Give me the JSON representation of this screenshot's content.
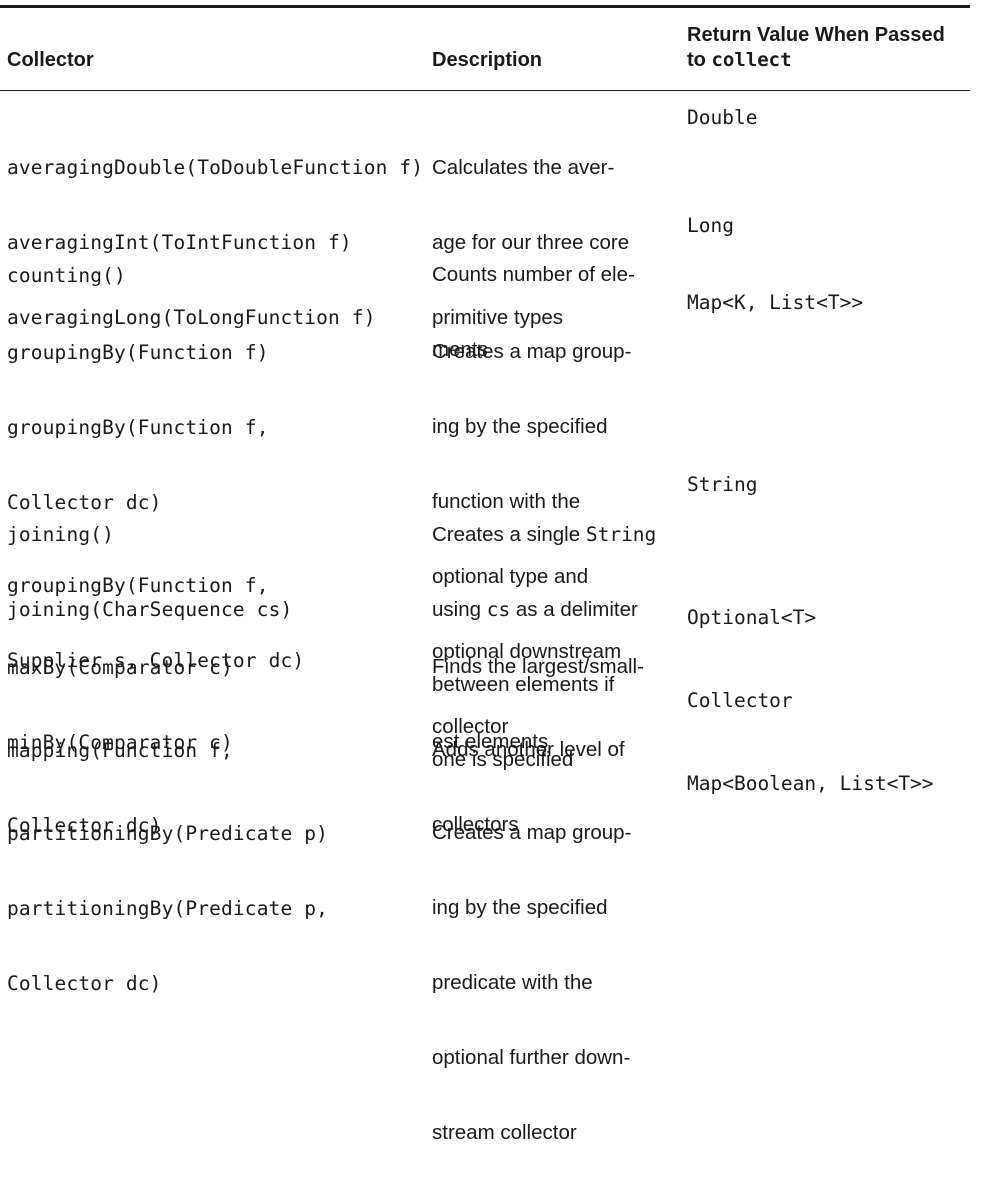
{
  "table": {
    "headers": {
      "collector": "Collector",
      "description": "Description",
      "return_line1": "Return Value When Passed",
      "return_line2_prefix": "to",
      "return_line2_code": "collect"
    },
    "rows": [
      {
        "collector": [
          "averagingDouble(ToDoubleFunction f)",
          "averagingInt(ToIntFunction f)",
          "averagingLong(ToLongFunction f)"
        ],
        "description": [
          "Calculates the aver-",
          "age for our three core",
          "primitive types"
        ],
        "return": "Double"
      },
      {
        "collector": [
          "counting()"
        ],
        "description": [
          "Counts number of ele-",
          "ments"
        ],
        "return": "Long"
      },
      {
        "collector": [
          "groupingBy(Function f)",
          "groupingBy(Function f,",
          "Collector dc)",
          "groupingBy(Function f,",
          "Supplier s, Collector dc)"
        ],
        "description": [
          "Creates a map group-",
          "ing by the specified",
          "function with the",
          "optional type and",
          "optional downstream",
          "collector"
        ],
        "return": "Map<K, List<T>>"
      },
      {
        "collector": [
          "joining()",
          "joining(CharSequence cs)"
        ],
        "description_parts": {
          "line1_text": "Creates a single ",
          "line1_code": "String",
          "line2_code": "cs",
          "line2_text": " as a delimiter",
          "line2_prefix": "using "
        },
        "description": [
          "between elements if",
          "one is specified"
        ],
        "return": "String"
      },
      {
        "collector": [
          "maxBy(Comparator c)",
          "minBy(Comparator c)"
        ],
        "description": [
          "Finds the largest/small-",
          "est elements"
        ],
        "return": "Optional<T>"
      },
      {
        "collector": [
          "mapping(Function f,",
          "Collector dc)"
        ],
        "description": [
          "Adds another level of",
          "collectors"
        ],
        "return": "Collector"
      },
      {
        "collector": [
          "partitioningBy(Predicate p)",
          "partitioningBy(Predicate p,",
          "Collector dc)"
        ],
        "description": [
          "Creates a map group-",
          "ing by the specified",
          "predicate with the",
          "optional further down-",
          "stream collector"
        ],
        "return": "Map<Boolean, List<T>>"
      }
    ]
  }
}
